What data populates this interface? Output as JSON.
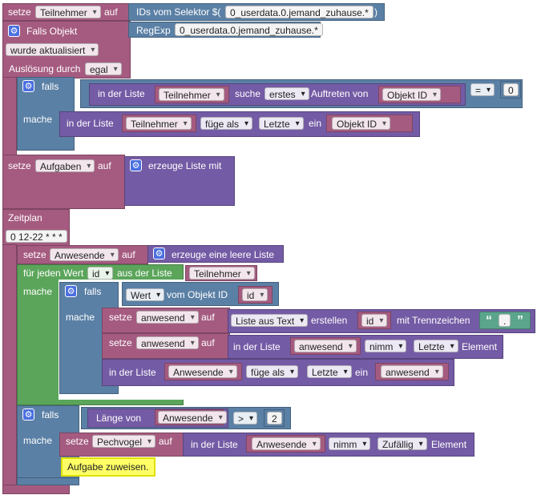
{
  "b1": {
    "setze": "setze",
    "var": "Teilnehmer",
    "auf": "auf",
    "selector_label": "IDs vom Selektor $(",
    "selector_value": "0_userdata.0.jemand_zuhause.*",
    "selector_close": ")"
  },
  "trigger": {
    "falls_objekt": "Falls Objekt",
    "regexp_label": "RegExp",
    "regexp_value": "0_userdata.0.jemand_zuhause.*",
    "wurde": "wurde aktualisiert",
    "ausloesung": "Auslösung durch",
    "ausloesung_value": "egal"
  },
  "if1": {
    "falls": "falls",
    "in_der_liste": "in der Liste",
    "list_var": "Teilnehmer",
    "suche": "suche",
    "suche_mode": "erstes",
    "auftreten": "Auftreten von",
    "objekt_id": "Objekt ID",
    "op": "=",
    "num": "0",
    "mache": "mache",
    "do_in_der_liste": "in der Liste",
    "do_var": "Teilnehmer",
    "fuege": "füge als",
    "pos": "Letzte",
    "ein": "ein",
    "do_objekt_id": "Objekt ID"
  },
  "b2": {
    "setze": "setze",
    "var": "Aufgaben",
    "auf": "auf",
    "erzeuge": "erzeuge Liste mit"
  },
  "zeitplan": {
    "label": "Zeitplan",
    "cron": "0 12-22 * * *"
  },
  "b3": {
    "setze": "setze",
    "var": "Anwesende",
    "auf": "auf",
    "erzeuge": "erzeuge eine leere Liste"
  },
  "loop": {
    "fuer_jeden": "für jeden Wert",
    "item": "id",
    "aus_der_liste": "aus der Liste",
    "list": "Teilnehmer",
    "mache": "mache"
  },
  "if2": {
    "falls": "falls",
    "wert": "Wert",
    "vom_objekt": "vom Objekt ID",
    "id": "id",
    "mache": "mache",
    "s1_setze": "setze",
    "s1_var": "anwesend",
    "s1_auf": "auf",
    "s1_lat": "Liste aus Text",
    "s1_erstellen": "erstellen",
    "s1_id": "id",
    "s1_trenn": "mit Trennzeichen",
    "s1_sep": ".",
    "s2_setze": "setze",
    "s2_var": "anwesend",
    "s2_auf": "auf",
    "s2_inliste": "in der Liste",
    "s2_list": "anwesend",
    "s2_nimm": "nimm",
    "s2_pos": "Letzte",
    "s2_element": "Element",
    "s3_inliste": "in der Liste",
    "s3_list": "Anwesende",
    "s3_fuege": "füge als",
    "s3_pos": "Letzte",
    "s3_ein": "ein",
    "s3_val": "anwesend"
  },
  "if3": {
    "falls": "falls",
    "laenge": "Länge von",
    "list": "Anwesende",
    "op": ">",
    "num": "2",
    "mache": "mache",
    "setze": "setze",
    "var": "Pechvogel",
    "auf": "auf",
    "inliste": "in der Liste",
    "list2": "Anwesende",
    "nimm": "nimm",
    "pos": "Zufällig",
    "element": "Element",
    "note": "Aufgabe zuweisen."
  }
}
